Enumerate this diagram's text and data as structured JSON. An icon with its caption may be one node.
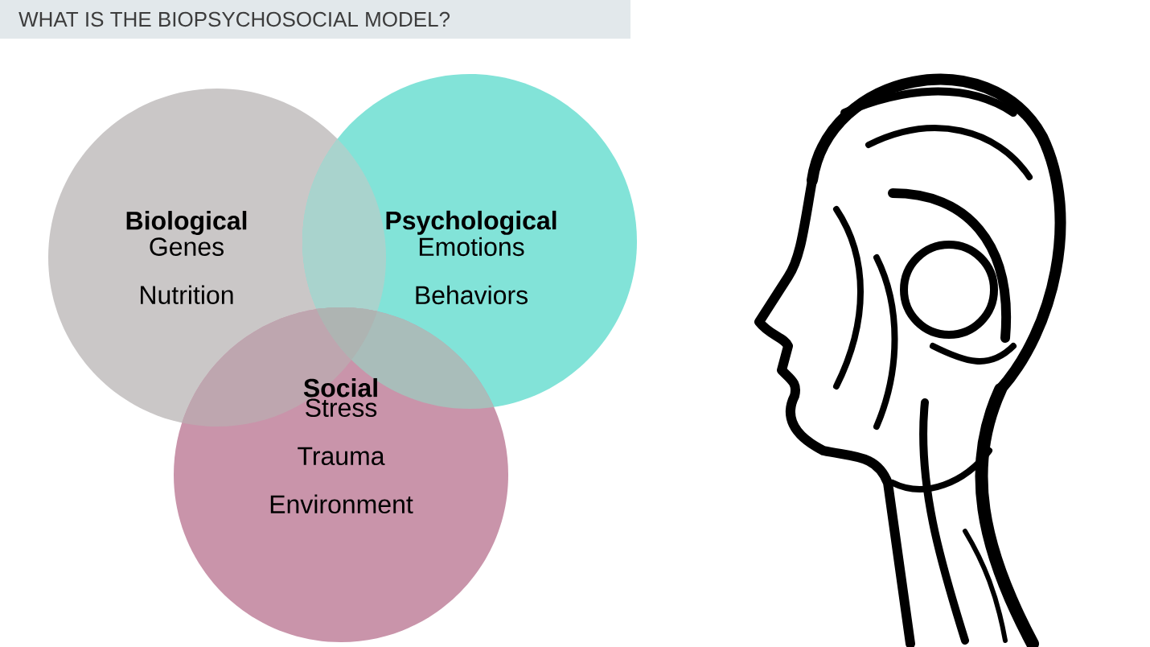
{
  "diagram": {
    "title": "WHAT IS THE BIOPSYCHOSOCIAL MODEL?",
    "nodes": [
      {
        "text": [
          "Biological",
          "Genes Nutrition"
        ]
      },
      {
        "text": [
          "Psychological",
          "Emotions Behaviors"
        ]
      },
      {
        "text": [
          "Social",
          "Stress Trauma Environment"
        ]
      }
    ]
  }
}
